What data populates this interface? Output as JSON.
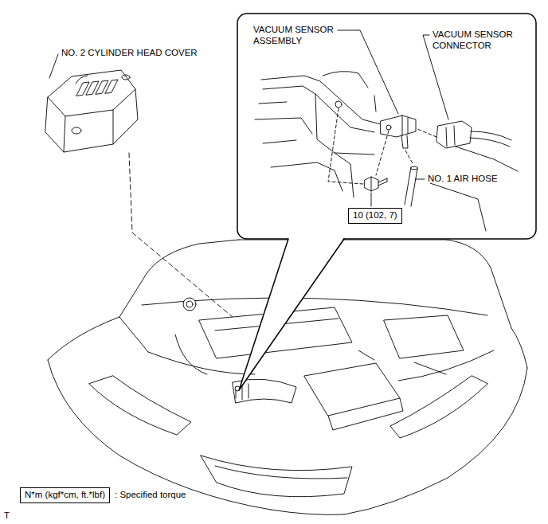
{
  "diagram": {
    "nodes": [
      {
        "text": [
          "10 (102, 7)"
        ]
      },
      {
        "text": [
          "N*m (kgf*cm, ft.*lbf)"
        ]
      }
    ],
    "labels": [
      "NO. 2 CYLINDER HEAD COVER",
      "VACUUM SENSOR ASSEMBLY",
      "VACUUM SENSOR CONNECTOR",
      "NO. 1 AIR HOSE",
      "T",
      ": Specified torque"
    ]
  }
}
